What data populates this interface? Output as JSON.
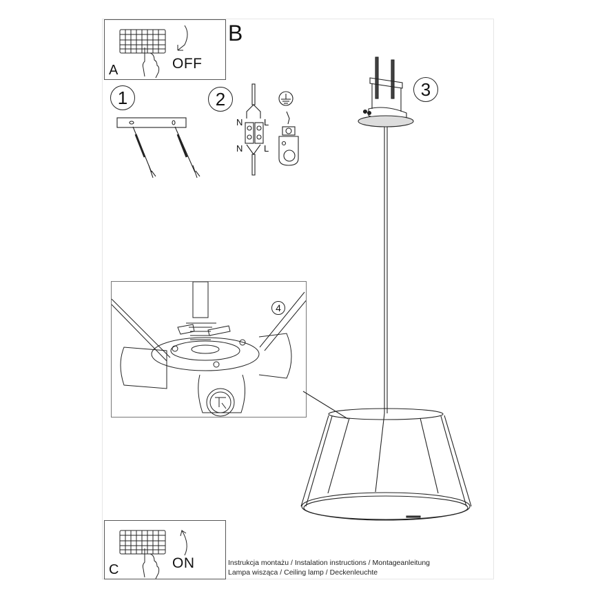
{
  "document": {
    "type": "installation-instructions",
    "section_label": "B"
  },
  "panel_a": {
    "letter": "A",
    "switch_state": "OFF",
    "icon": "circuit-breaker-off-icon"
  },
  "panel_c": {
    "letter": "C",
    "switch_state": "ON",
    "icon": "circuit-breaker-on-icon"
  },
  "steps": [
    {
      "number": "1",
      "description_icon": "ceiling-bracket-anchors-icon"
    },
    {
      "number": "2",
      "description_icon": "wiring-connector-icon",
      "labels": {
        "neutral_top": "N",
        "live_top": "L",
        "neutral_bottom": "N",
        "live_bottom": "L"
      },
      "ground_icon": "earth-ground-icon"
    },
    {
      "number": "3",
      "description_icon": "canopy-mounting-icon"
    },
    {
      "number": "4",
      "description_icon": "lampholder-detail-icon"
    }
  ],
  "caption": {
    "line1": "Instrukcja montażu / Instalation instructions / Montageanleitung",
    "line2": "Lampa wisząca / Ceiling lamp / Deckenleuchte"
  },
  "colors": {
    "line": "#1a1a1a",
    "frame": "#e6e6e6",
    "box_border": "#555555",
    "background": "#ffffff"
  }
}
